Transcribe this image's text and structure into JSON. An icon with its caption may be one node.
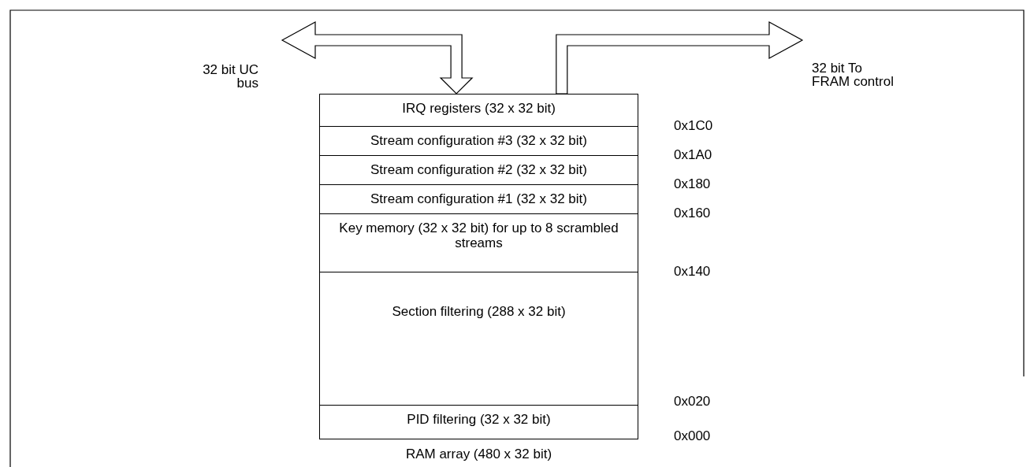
{
  "diagram": {
    "nodes": [
      {
        "text": [
          "32 bit UC bus"
        ]
      },
      {
        "text": [
          "32 bit To FRAM control"
        ]
      },
      {
        "text": [
          "RAM array (480 x 32 bit)"
        ]
      },
      {
        "text": [
          "IRQ registers (32 x 32 bit)"
        ],
        "in": 2
      },
      {
        "text": [
          "Stream configuration #3 (32 x 32 bit)"
        ],
        "in": 2
      },
      {
        "text": [
          "Stream configuration #2 (32 x 32 bit)"
        ],
        "in": 2
      },
      {
        "text": [
          "Stream configuration #1 (32 x 32 bit)"
        ],
        "in": 2
      },
      {
        "text": [
          "Key memory (32 x 32 bit) for up to 8 scrambled streams"
        ],
        "in": 2
      },
      {
        "text": [
          "Section filtering (288 x 32 bit)"
        ],
        "in": 2
      },
      {
        "text": [
          "PID filtering (32 x 32 bit)"
        ],
        "in": 2
      }
    ],
    "edges": [
      {
        "from": 0,
        "to": 3,
        "arrow": "both"
      },
      {
        "from": 3,
        "to": 1,
        "arrow": "to"
      }
    ],
    "labels": [
      "0x1C0",
      "0x1A0",
      "0x180",
      "0x160",
      "0x140",
      "0x020",
      "0x000"
    ]
  }
}
